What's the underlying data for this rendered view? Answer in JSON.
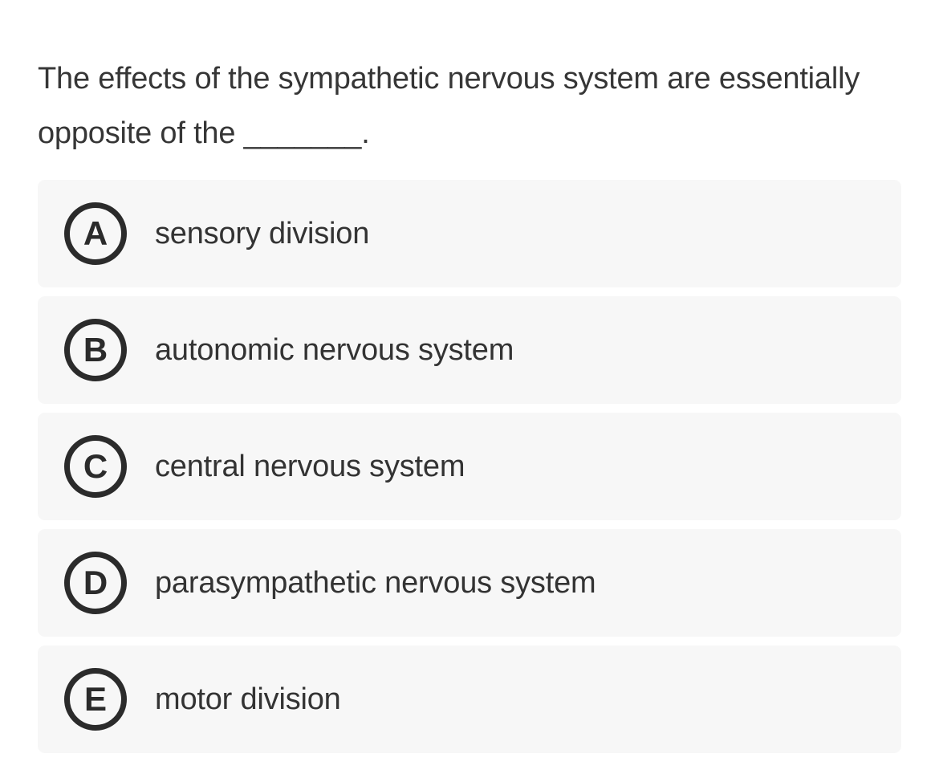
{
  "question": {
    "text": "The effects of the sympathetic nervous system are essentially opposite of the _______."
  },
  "options": [
    {
      "letter": "A",
      "text": "sensory division"
    },
    {
      "letter": "B",
      "text": "autonomic nervous system"
    },
    {
      "letter": "C",
      "text": "central nervous system"
    },
    {
      "letter": "D",
      "text": "parasympathetic nervous system"
    },
    {
      "letter": "E",
      "text": "motor division"
    }
  ],
  "colors": {
    "page_background": "#ffffff",
    "card_background": "#f7f7f7",
    "question_text": "#363636",
    "option_text": "#333333",
    "badge": "#2b2b2b"
  }
}
